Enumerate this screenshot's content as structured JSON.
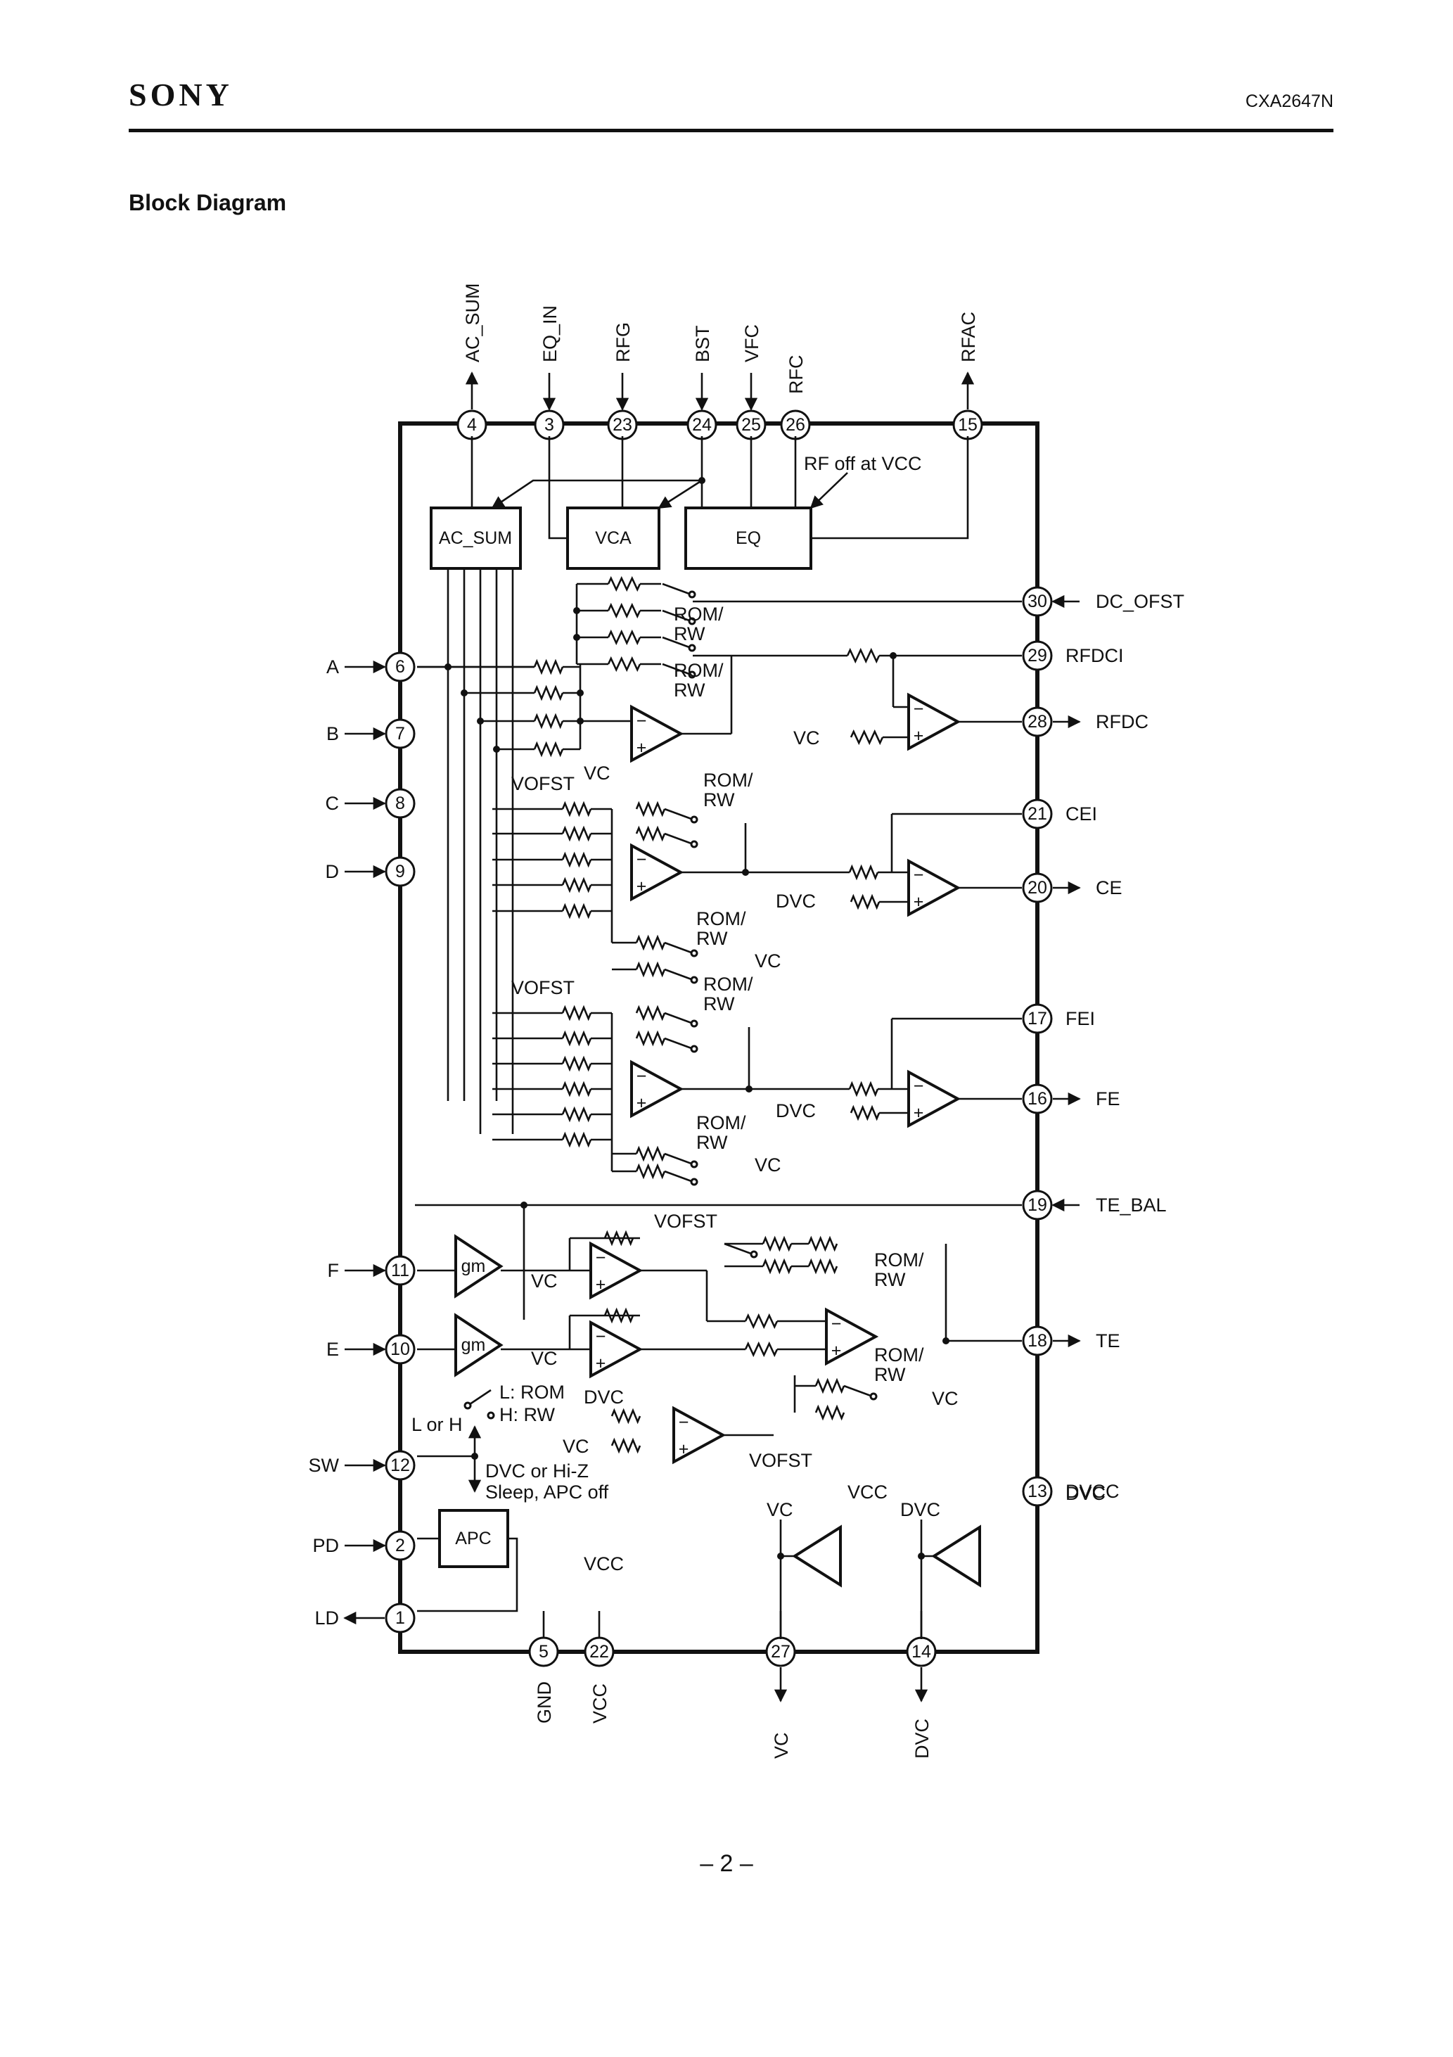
{
  "header": {
    "logo": "SONY",
    "part_number": "CXA2647N"
  },
  "section_title": "Block Diagram",
  "page_number": "– 2 –",
  "diagram": {
    "pins_top": [
      {
        "num": "4",
        "label": "AC_SUM"
      },
      {
        "num": "3",
        "label": "EQ_IN"
      },
      {
        "num": "23",
        "label": "RFG"
      },
      {
        "num": "24",
        "label": "BST"
      },
      {
        "num": "25",
        "label": "VFC"
      },
      {
        "num": "26",
        "label": "RFC"
      },
      {
        "num": "15",
        "label": "RFAC"
      }
    ],
    "pins_right": [
      {
        "num": "30",
        "label": "DC_OFST"
      },
      {
        "num": "29",
        "label": "RFDCI"
      },
      {
        "num": "28",
        "label": "RFDC"
      },
      {
        "num": "21",
        "label": "CEI"
      },
      {
        "num": "20",
        "label": "CE"
      },
      {
        "num": "17",
        "label": "FEI"
      },
      {
        "num": "16",
        "label": "FE"
      },
      {
        "num": "19",
        "label": "TE_BAL"
      },
      {
        "num": "18",
        "label": "TE"
      },
      {
        "num": "13",
        "label": "DVCC"
      }
    ],
    "pins_left": [
      {
        "num": "6",
        "label": "A"
      },
      {
        "num": "7",
        "label": "B"
      },
      {
        "num": "8",
        "label": "C"
      },
      {
        "num": "9",
        "label": "D"
      },
      {
        "num": "11",
        "label": "F"
      },
      {
        "num": "10",
        "label": "E"
      },
      {
        "num": "12",
        "label": "SW"
      },
      {
        "num": "2",
        "label": "PD"
      },
      {
        "num": "1",
        "label": "LD"
      }
    ],
    "pins_bottom": [
      {
        "num": "5",
        "label": "GND"
      },
      {
        "num": "22",
        "label": "VCC"
      },
      {
        "num": "27",
        "label": "VC"
      },
      {
        "num": "14",
        "label": "DVC"
      }
    ],
    "blocks": {
      "ac_sum": "AC_SUM",
      "vca": "VCA",
      "eq": "EQ",
      "apc": "APC",
      "gm": "gm"
    },
    "notes": {
      "rf_off": "RF off at VCC",
      "rom_rw": "ROM/\nRW",
      "vofst": "VOFST",
      "vc": "VC",
      "dvc": "DVC",
      "vcc": "VCC",
      "l_rom": "L: ROM",
      "h_rw": "H: RW",
      "l_or_h": "L or H",
      "dvc_hiz": "DVC or Hi-Z",
      "sleep": "Sleep, APC off"
    }
  }
}
